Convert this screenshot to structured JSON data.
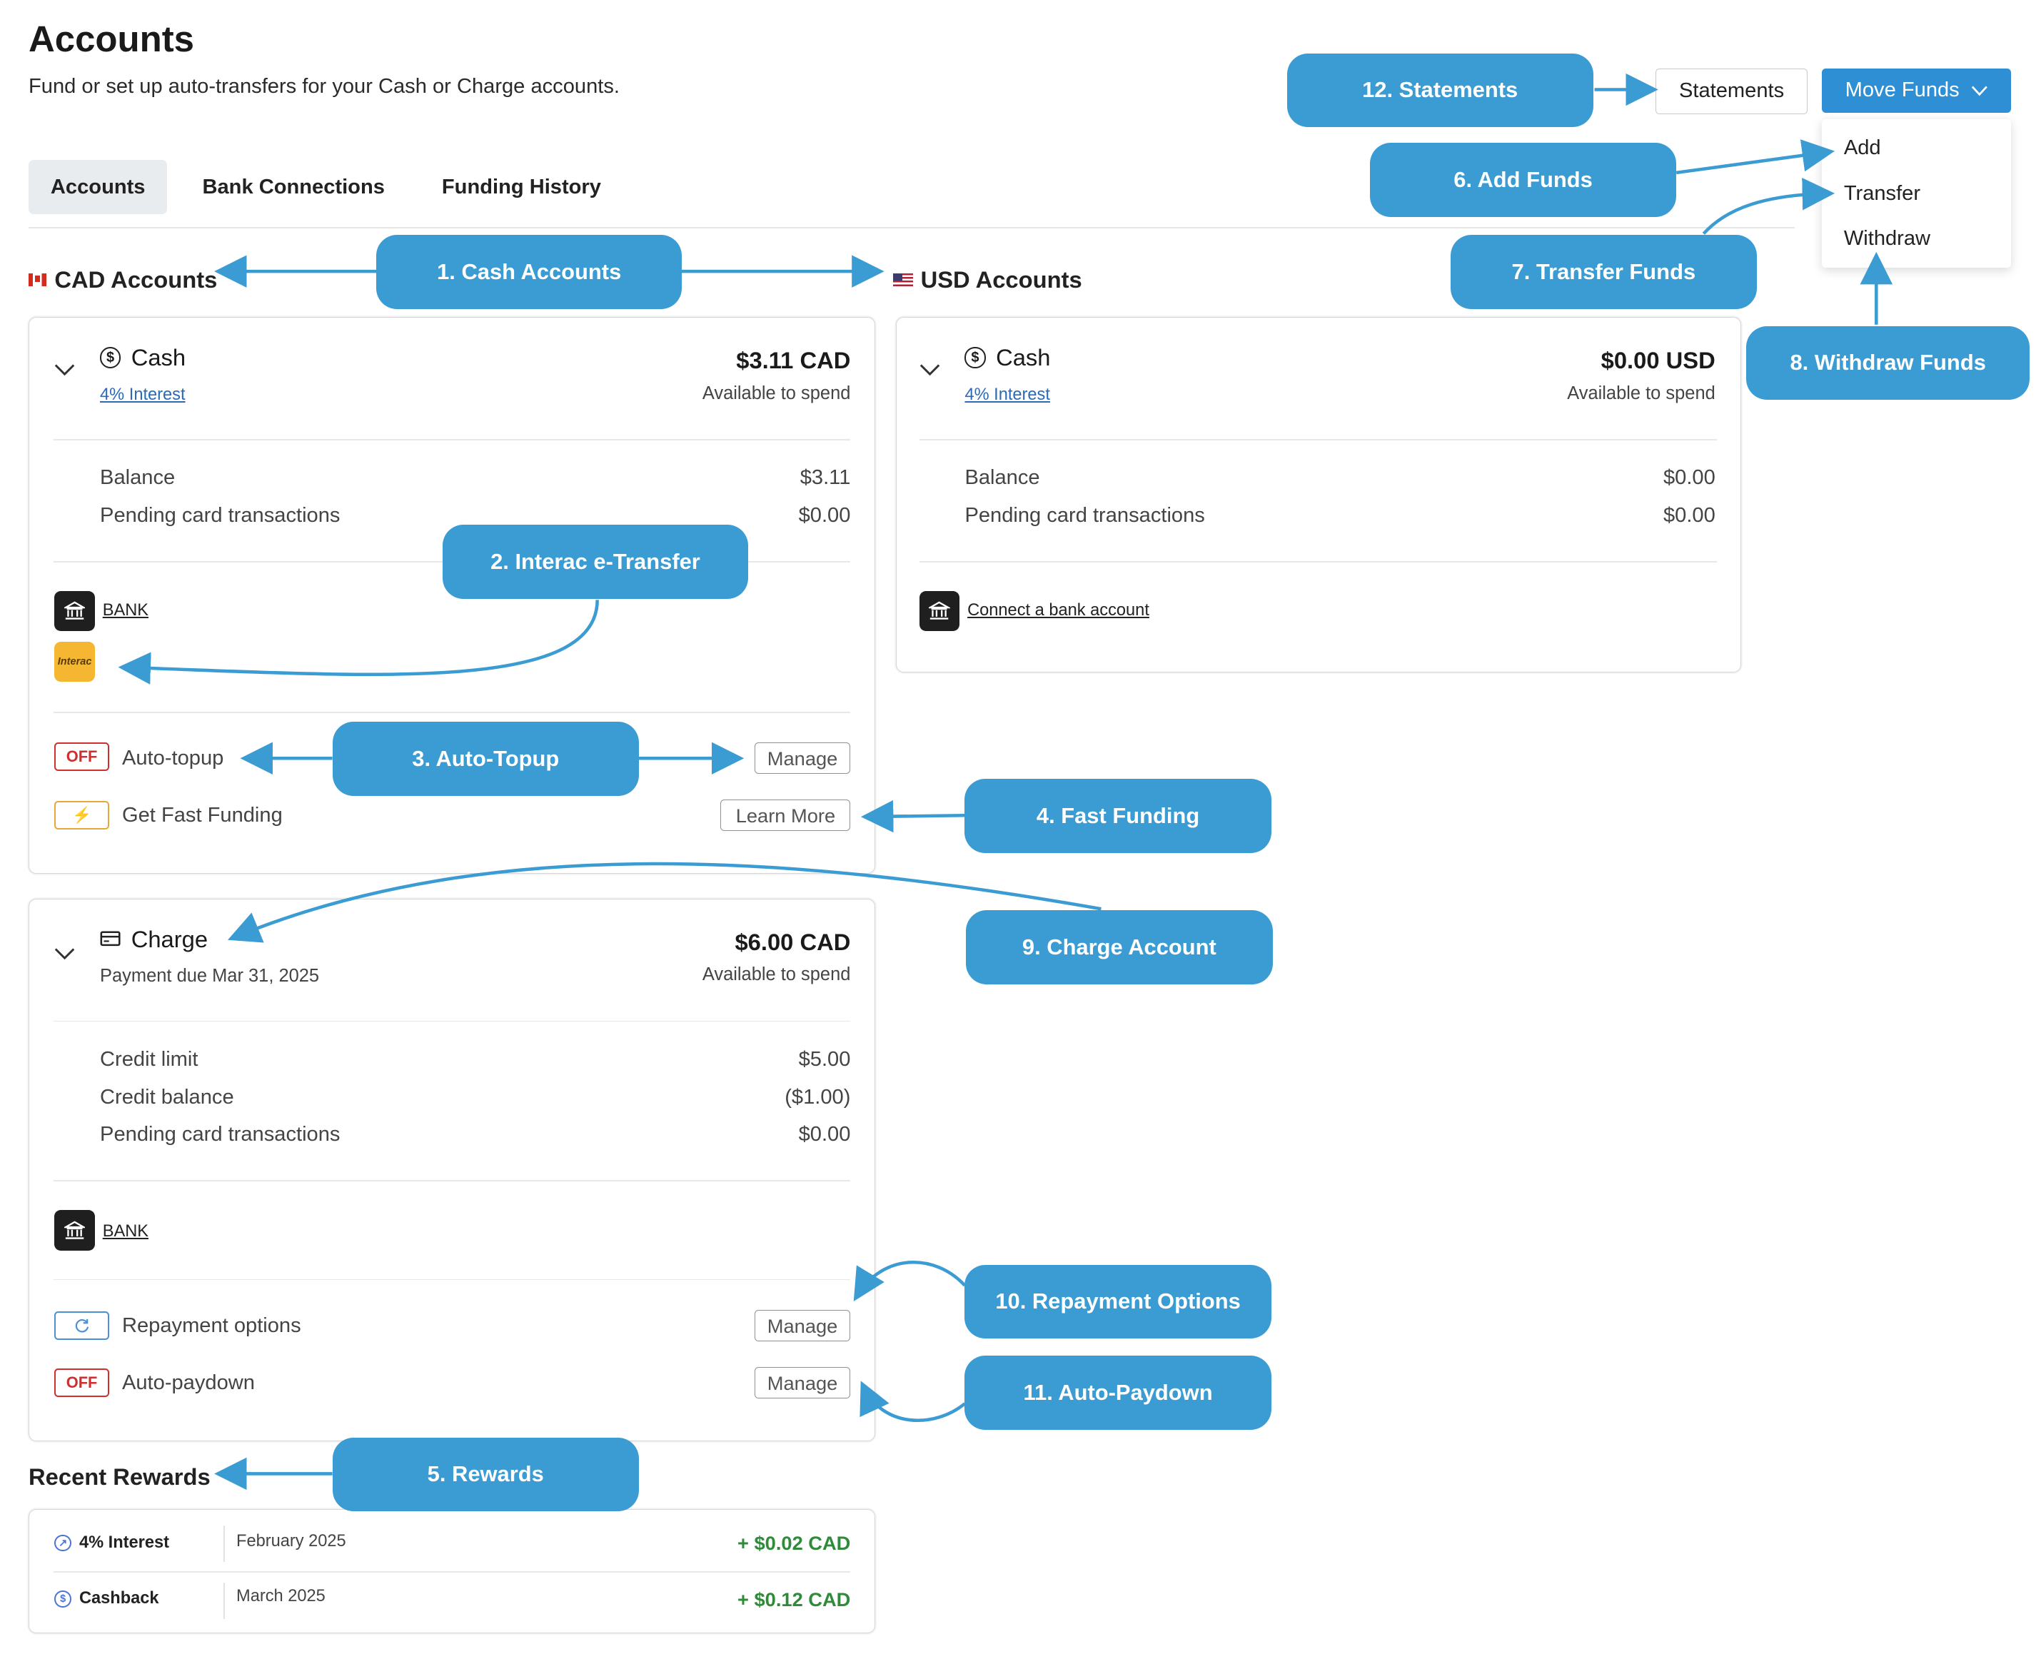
{
  "header": {
    "title": "Accounts",
    "subtitle": "Fund or set up auto-transfers for your Cash or Charge accounts."
  },
  "tabs": [
    {
      "label": "Accounts",
      "active": true
    },
    {
      "label": "Bank Connections",
      "active": false
    },
    {
      "label": "Funding History",
      "active": false
    }
  ],
  "actions": {
    "statements_label": "Statements",
    "move_funds_label": "Move Funds",
    "move_funds_menu": [
      "Add",
      "Transfer",
      "Withdraw"
    ]
  },
  "cad": {
    "heading": "CAD Accounts",
    "cash": {
      "name": "Cash",
      "interest_link": "4% Interest",
      "amount": "$3.11 CAD",
      "available": "Available to spend",
      "rows": [
        {
          "label": "Balance",
          "value": "$3.11"
        },
        {
          "label": "Pending card transactions",
          "value": "$0.00"
        }
      ],
      "bank_link": "BANK",
      "interac_icon_text": "Interac",
      "features": {
        "autotopup_badge": "OFF",
        "autotopup_label": "Auto-topup",
        "autotopup_button": "Manage",
        "fast_funding_badge": "⚡",
        "fast_funding_label": "Get Fast Funding",
        "fast_funding_button": "Learn More"
      }
    },
    "charge": {
      "name": "Charge",
      "due": "Payment due Mar 31, 2025",
      "amount": "$6.00 CAD",
      "available": "Available to spend",
      "rows": [
        {
          "label": "Credit limit",
          "value": "$5.00"
        },
        {
          "label": "Credit balance",
          "value": "($1.00)"
        },
        {
          "label": "Pending card transactions",
          "value": "$0.00"
        }
      ],
      "bank_link": "BANK",
      "features": {
        "repayment_label": "Repayment options",
        "repayment_button": "Manage",
        "autopaydown_badge": "OFF",
        "autopaydown_label": "Auto-paydown",
        "autopaydown_button": "Manage"
      }
    }
  },
  "usd": {
    "heading": "USD Accounts",
    "cash": {
      "name": "Cash",
      "interest_link": "4% Interest",
      "amount": "$0.00 USD",
      "available": "Available to spend",
      "rows": [
        {
          "label": "Balance",
          "value": "$0.00"
        },
        {
          "label": "Pending card transactions",
          "value": "$0.00"
        }
      ],
      "connect_link": "Connect a bank account"
    }
  },
  "rewards": {
    "heading": "Recent Rewards",
    "items": [
      {
        "label": "4% Interest",
        "date": "February 2025",
        "amount": "+ $0.02 CAD"
      },
      {
        "label": "Cashback",
        "date": "March 2025",
        "amount": "+ $0.12 CAD"
      }
    ]
  },
  "callouts": {
    "c1": "1. Cash Accounts",
    "c2": "2. Interac e-Transfer",
    "c3": "3. Auto-Topup",
    "c4": "4. Fast Funding",
    "c5": "5. Rewards",
    "c6": "6. Add Funds",
    "c7": "7. Transfer Funds",
    "c8": "8. Withdraw Funds",
    "c9": "9. Charge Account",
    "c10": "10. Repayment Options",
    "c11": "11. Auto-Paydown",
    "c12": "12. Statements"
  },
  "colors": {
    "primary": "#2f8fd4",
    "callout": "#3b9bd3",
    "off_badge": "#d12e2e",
    "reward_amount": "#2f8a3a"
  }
}
